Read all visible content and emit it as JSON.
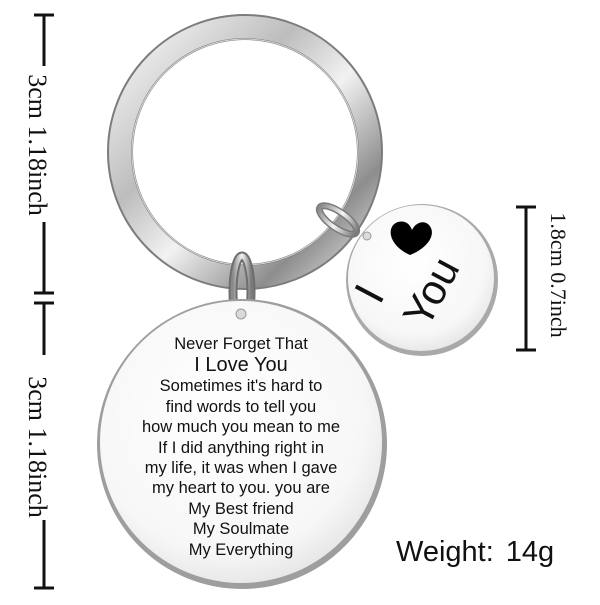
{
  "dimensions": {
    "left_top": "3cm 1.18inch",
    "left_bottom": "3cm 1.18inch",
    "right_small": "1.8cm 0.7inch"
  },
  "small_tag": {
    "heart_icon": "heart-icon",
    "line1": "I",
    "line2": "You"
  },
  "large_tag": {
    "line1": "Never Forget That",
    "line2": "I Love You",
    "line3": "Sometimes it's hard to",
    "line4": "find words to tell you",
    "line5": "how much you mean to me",
    "line6": "If I did anything right in",
    "line7": "my life, it was when I gave",
    "line8": "my heart to you. you are",
    "line9": "My Best friend",
    "line10": "My Soulmate",
    "line11": "My Everything"
  },
  "weight": {
    "label": "Weight:",
    "value": "14g"
  },
  "colors": {
    "metal_light": "#f4f4f4",
    "metal_mid": "#c9c9c9",
    "metal_dark": "#6f6f6f",
    "text": "#111111",
    "heart": "#000000"
  }
}
